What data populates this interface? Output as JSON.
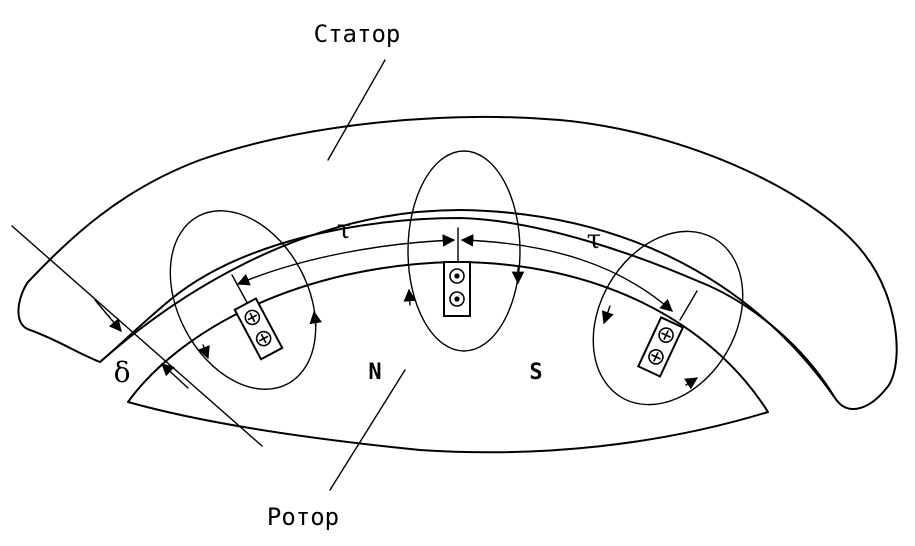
{
  "labels": {
    "stator": "Статор",
    "rotor": "Ротор",
    "north_pole": "N",
    "south_pole": "S",
    "pole_pitch_left": "τ",
    "pole_pitch_right": "τ",
    "air_gap": "δ"
  },
  "icons": {
    "dot": "current-out-of-page-icon",
    "cross": "current-into-page-icon"
  }
}
